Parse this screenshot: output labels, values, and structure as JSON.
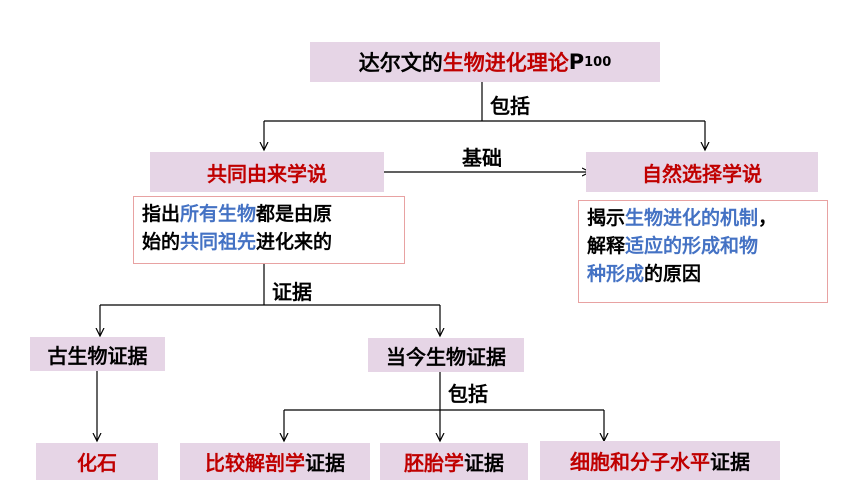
{
  "root": {
    "prefix": "达尔文的",
    "highlight": "生物进化理论",
    "suffix": "P",
    "sub": "100"
  },
  "labels": {
    "include_top": "包括",
    "basis": "基础",
    "evidence": "证据",
    "include_bottom": "包括"
  },
  "common_descent": {
    "title": "共同由来学说",
    "note": {
      "line1_a": "指出",
      "line1_b": "所有生物",
      "line1_c": "都是由原",
      "line2_a": "始的",
      "line2_b": "共同祖先",
      "line2_c": "进化来的"
    }
  },
  "natural_selection": {
    "title": "自然选择学说",
    "note": {
      "line1_a": "揭示",
      "line1_b": "生物进化的机制",
      "line1_c": "，",
      "line2_a": "解释",
      "line2_b": "适应的形成和物",
      "line3_a": "种形成",
      "line3_b": "的原因"
    }
  },
  "paleo": {
    "title": "古生物证据",
    "child": "化石"
  },
  "current": {
    "title": "当今生物证据",
    "children": [
      {
        "highlight": "比较解剖学",
        "suffix": "证据"
      },
      {
        "highlight": "胚胎学",
        "suffix": "证据"
      },
      {
        "highlight": "细胞和分子水平",
        "suffix": "证据"
      }
    ]
  },
  "colors": {
    "box_fill": "#e6d5e6",
    "red": "#c00000",
    "blue": "#4472c4",
    "note_border": "#e8a2a2"
  }
}
